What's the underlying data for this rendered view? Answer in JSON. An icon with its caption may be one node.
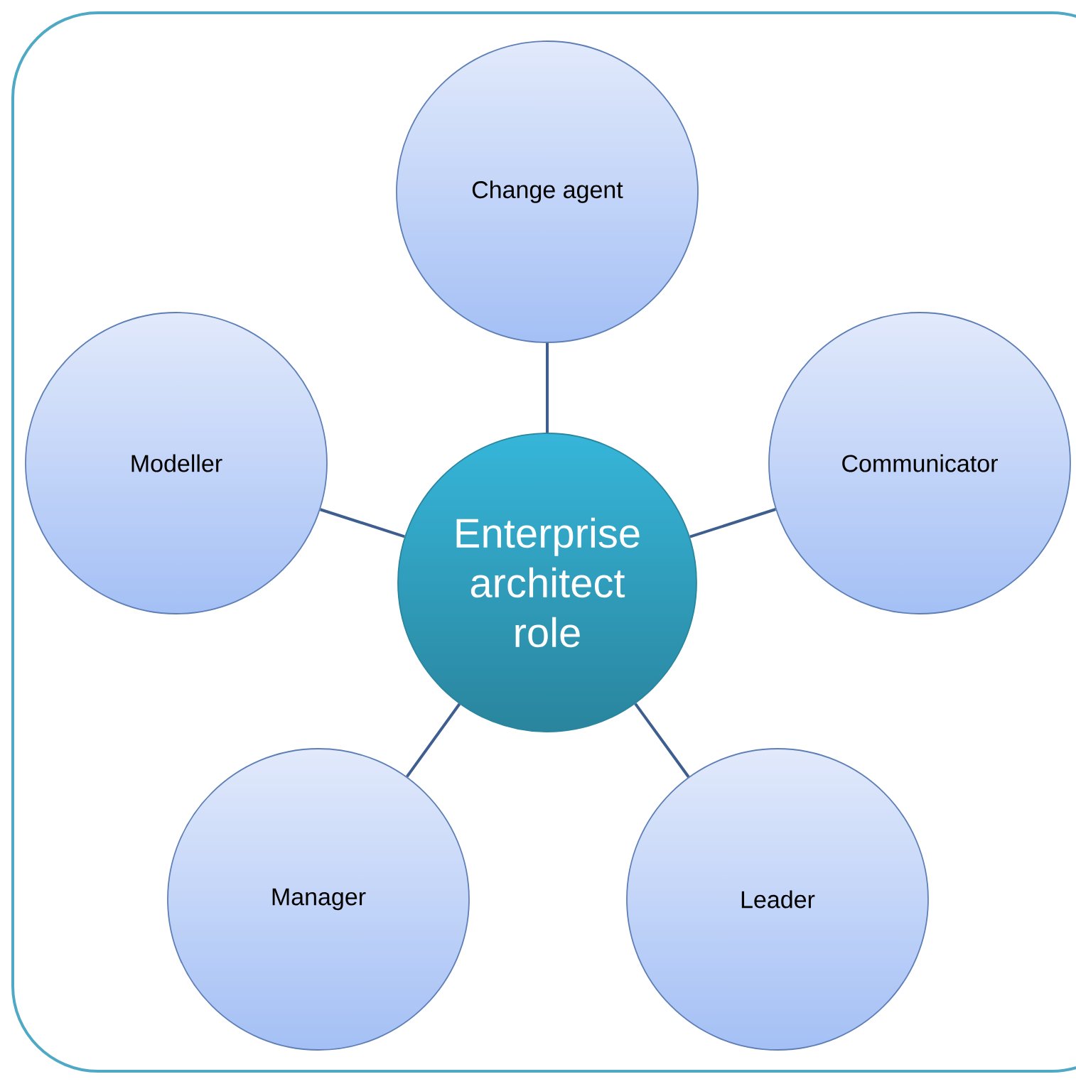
{
  "diagram": {
    "nodes": [
      {
        "text": [
          "Change agent"
        ]
      },
      {
        "text": [
          "Modeller"
        ]
      },
      {
        "text": [
          "Communicator"
        ]
      },
      {
        "text": [
          "Enterprise architect role"
        ]
      },
      {
        "text": [
          "Manager"
        ]
      },
      {
        "text": [
          "Leader"
        ]
      }
    ],
    "edges": [
      {
        "from": 3,
        "to": 0,
        "arrow": "none"
      },
      {
        "from": 3,
        "to": 1,
        "arrow": "none"
      },
      {
        "from": 3,
        "to": 2,
        "arrow": "none"
      },
      {
        "from": 3,
        "to": 4,
        "arrow": "none"
      },
      {
        "from": 3,
        "to": 5,
        "arrow": "none"
      }
    ]
  }
}
